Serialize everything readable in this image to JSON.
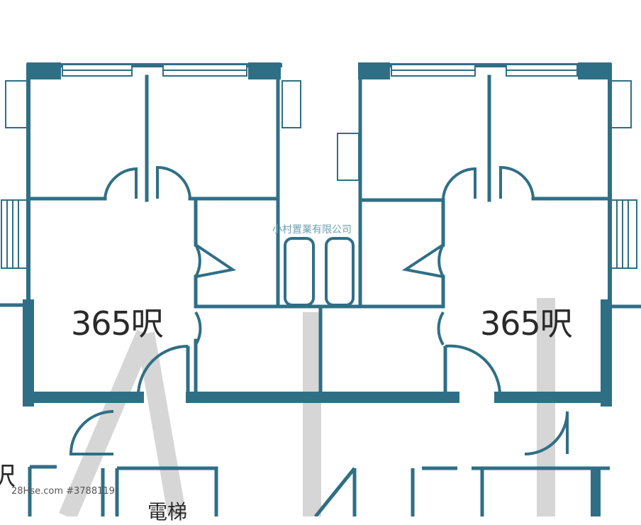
{
  "labels": {
    "area_left": "365呎",
    "area_right": "365呎",
    "agency_watermark": "小村置業有限公司",
    "listing_code": "28Hse.com #3788119",
    "lift": "電梯",
    "edge_char": "呎"
  },
  "colors": {
    "wall": "#2f6f86",
    "wall_fill": "#2f6f86",
    "window_fill": "#ffffff",
    "shadow_letter": "#d6d6d6",
    "text": "#2a2a2a",
    "watermark": "#6f9eb0"
  }
}
